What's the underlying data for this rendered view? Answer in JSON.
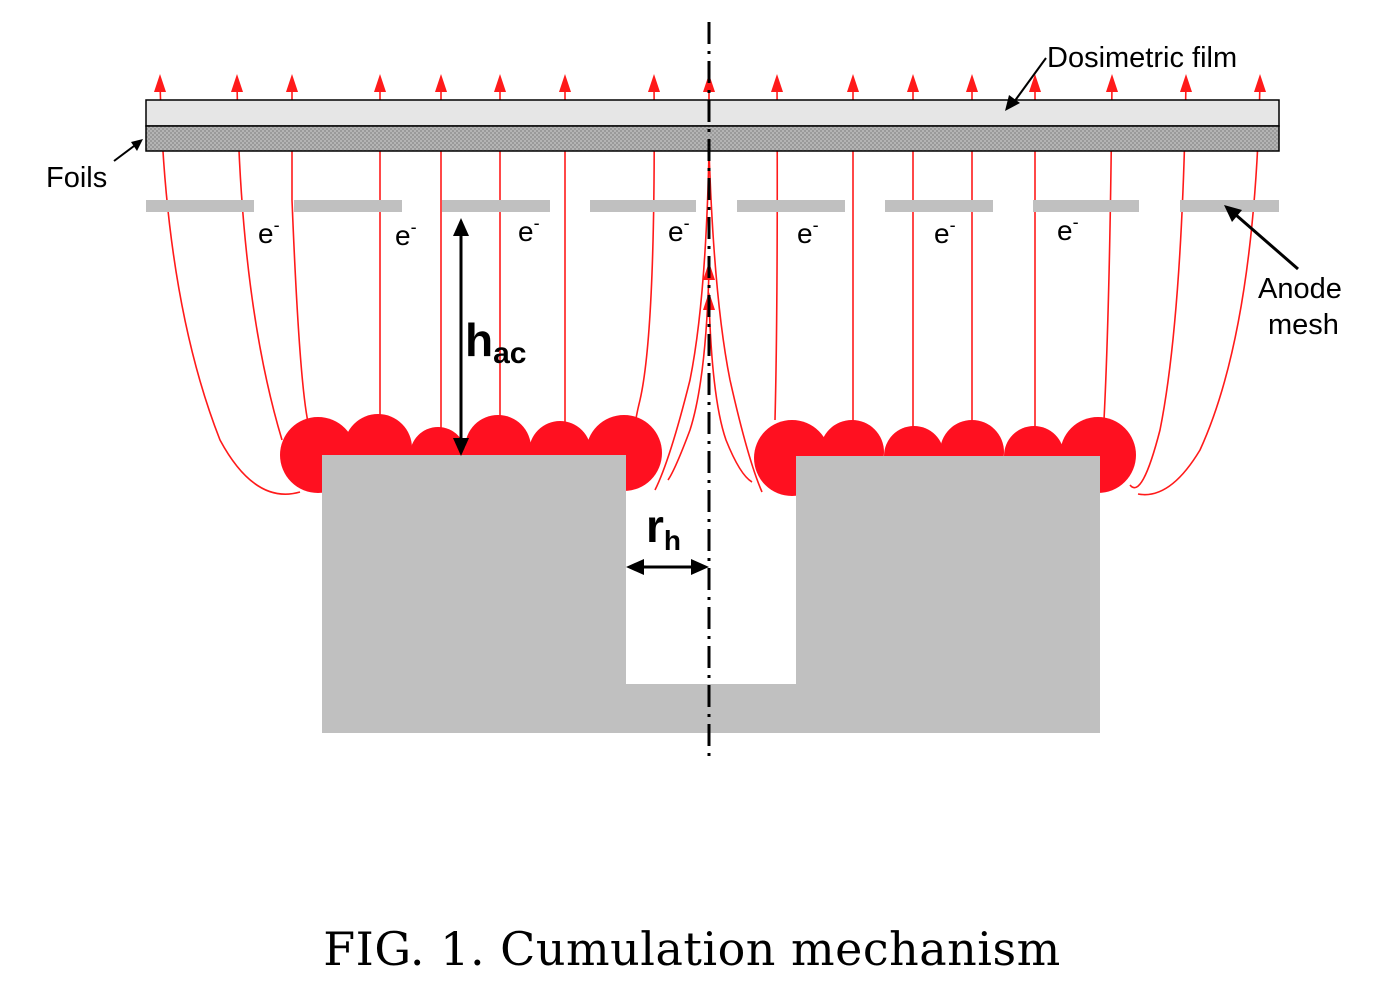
{
  "labels": {
    "film": "Dosimetric film",
    "foils": "Foils",
    "anode_line1": "Anode",
    "anode_line2": "mesh",
    "electron_base": "e",
    "electron_sup": "-",
    "h_main": "h",
    "h_sub": "ac",
    "r_main": "r",
    "r_sub": "h"
  },
  "caption": "FIG. 1.  Cumulation mechanism",
  "colors": {
    "field_line": "#ff1a1a",
    "plasma": "#ff1020",
    "cathode": "#c0c0c0",
    "mesh": "#c0c0c0",
    "foil": "#a8a8a8",
    "film": "#e8e8e8"
  },
  "icons": [
    "arrow-head-icon"
  ]
}
